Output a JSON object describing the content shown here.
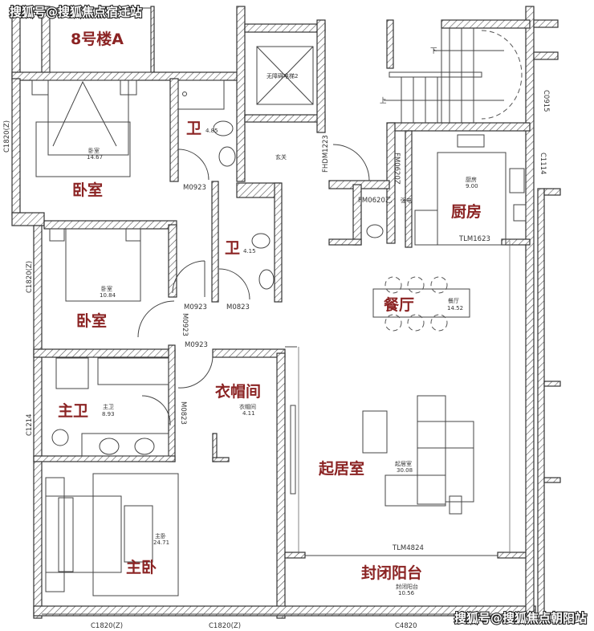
{
  "building_label": "8号楼A",
  "watermarks": {
    "top": "搜狐号@搜狐焦点宿迁站",
    "bottom": "搜狐号@搜狐焦点朝阳站"
  },
  "rooms": {
    "bedroom1": {
      "name": "卧室",
      "small": "卧室",
      "area": "14.67"
    },
    "bath1": {
      "name": "卫",
      "area": "4.85"
    },
    "bath2": {
      "name": "卫",
      "area": "4.15"
    },
    "bedroom2": {
      "name": "卧室",
      "small": "卧室",
      "area": "10.84"
    },
    "master_bath": {
      "name": "主卫",
      "small": "主卫",
      "area": "8.93"
    },
    "closet": {
      "name": "衣帽间",
      "small": "衣帽间",
      "area": "4.11"
    },
    "master_bedroom": {
      "name": "主卧",
      "small": "主卧",
      "area": "24.71"
    },
    "kitchen": {
      "name": "厨房",
      "small": "厨房",
      "area": "9.00"
    },
    "dining": {
      "name": "餐厅",
      "small": "餐厅",
      "area": "14.52"
    },
    "living": {
      "name": "起居室",
      "small": "起居室",
      "area": "30.08"
    },
    "balcony": {
      "name": "封闭阳台",
      "small": "封闭阳台",
      "area": "10.56"
    },
    "foyer": {
      "small": "玄关"
    },
    "elevator": {
      "small": "无障碍电梯2"
    }
  },
  "codes": {
    "w_bed1": "C1820(Z)",
    "w_bed2": "C1820(Z)",
    "w_mbath": "C1214",
    "w_bottom1": "C1820(Z)",
    "w_bottom2": "C1820(Z)",
    "w_balcony": "C4820",
    "w_stair": "C0915",
    "w_kitchen": "C1114",
    "d_bath1": "M0923",
    "d_bed2": "M0923",
    "d_bath2": "M0823",
    "d_bed2b": "M0923",
    "d_hall": "M0923",
    "d_mbath": "M0823",
    "d_fire": "FHDM1223",
    "d_shaft1": "FM0620Z",
    "d_shaft2": "FM0620乙",
    "shaft_label": "强电",
    "d_kitchen": "TLM1623",
    "d_balcony": "TLM4824",
    "stair_down": "下",
    "stair_up": "上"
  }
}
